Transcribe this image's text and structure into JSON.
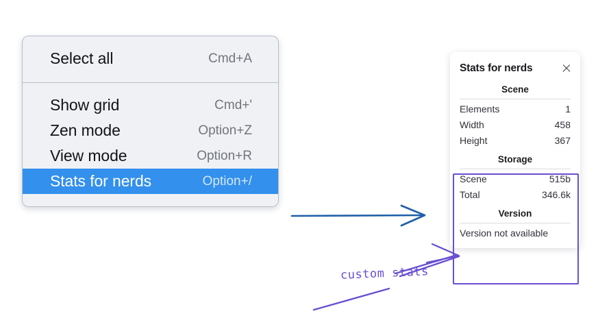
{
  "context_menu": {
    "name": "canvas-context-menu",
    "groups": [
      {
        "id": "group-top",
        "items": [
          {
            "label": "Select all",
            "shortcut": "Cmd+A",
            "selected": false
          }
        ]
      },
      {
        "id": "group-bottom",
        "items": [
          {
            "label": "Show grid",
            "shortcut": "Cmd+'",
            "selected": false
          },
          {
            "label": "Zen mode",
            "shortcut": "Option+Z",
            "selected": false
          },
          {
            "label": "View mode",
            "shortcut": "Option+R",
            "selected": false
          },
          {
            "label": "Stats for nerds",
            "shortcut": "Option+/",
            "selected": true
          }
        ]
      }
    ]
  },
  "stats_panel": {
    "title": "Stats for nerds",
    "close_icon": "close-icon",
    "sections": [
      {
        "title": "Scene",
        "rows": [
          {
            "key": "Elements",
            "value": "1"
          },
          {
            "key": "Width",
            "value": "458"
          },
          {
            "key": "Height",
            "value": "367"
          }
        ]
      },
      {
        "title": "Storage",
        "rows": [
          {
            "key": "Scene",
            "value": "515b"
          },
          {
            "key": "Total",
            "value": "346.6k"
          }
        ]
      },
      {
        "title": "Version",
        "note": "Version not available",
        "rows": []
      }
    ]
  },
  "annotations": {
    "pointer_arrow": "blue-arrow",
    "custom_label": "custom stats",
    "highlight_box": "custom-stats-highlight",
    "highlight_color": "#6a4fd0",
    "arrow_color": "#1f5fa8"
  }
}
